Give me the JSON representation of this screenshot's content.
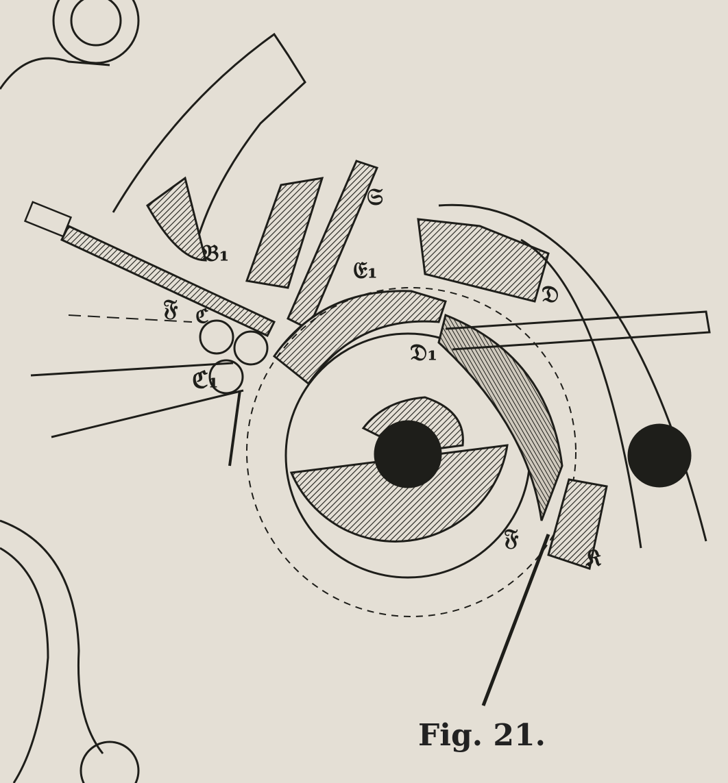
{
  "figure": {
    "caption": "Fig. 21.",
    "labels": {
      "b1": "𝔅₁",
      "s": "𝔖",
      "e1": "𝔈₁",
      "f_left": "𝔉",
      "c": "ℭ",
      "c1": "ℭ₁",
      "d": "𝔇",
      "d1": "𝔇₁",
      "f_bottom": "𝔉",
      "k": "𝔎"
    },
    "colors": {
      "paper": "#e4dfd5",
      "ink": "#1e1e1a"
    }
  }
}
